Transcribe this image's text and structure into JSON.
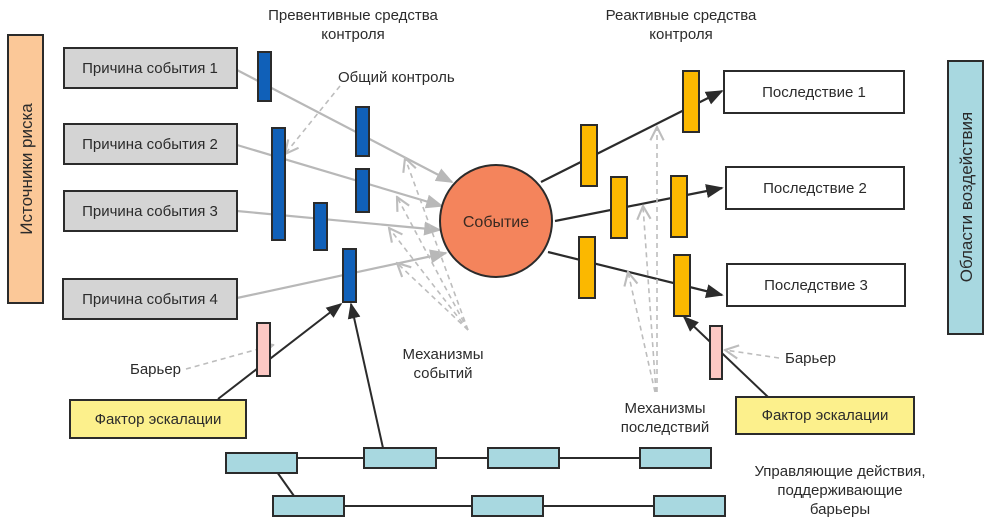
{
  "diagram": {
    "title_preventive": [
      "Превентивные средства",
      "контроля"
    ],
    "title_reactive": [
      "Реактивные средства",
      "контроля"
    ],
    "risk_sources_label": "Источники риска",
    "impact_areas_label": "Области воздействия",
    "causes": [
      "Причина события 1",
      "Причина события 2",
      "Причина события 3",
      "Причина события 4"
    ],
    "event_label": "Событие",
    "consequences": [
      "Последствие 1",
      "Последствие 2",
      "Последствие 3"
    ],
    "general_control_label": "Общий контроль",
    "event_mechanisms_label": [
      "Механизмы",
      "событий"
    ],
    "consequence_mechanisms_label": [
      "Механизмы",
      "последствий"
    ],
    "barrier_left_label": "Барьер",
    "barrier_right_label": "Барьер",
    "escalation_left_label": "Фактор эскалации",
    "escalation_right_label": "Фактор эскалации",
    "management_actions_label": [
      "Управляющие действия,",
      "поддерживающие",
      "барьеры"
    ],
    "colors": {
      "cause_fill": "#d4d4d4",
      "risk_sources_fill": "#fbc898",
      "impact_areas_fill": "#a8d8e0",
      "preventive_fill": "#1060b8",
      "reactive_fill": "#fbb800",
      "event_fill": "#f4845c",
      "barrier_fill": "#fcc8c4",
      "escalation_fill": "#fcf08c",
      "action_fill": "#a8d8e0",
      "consequence_fill": "#ffffff",
      "outline": "#2b2b2b",
      "grey_line": "#b8b8b8"
    }
  }
}
